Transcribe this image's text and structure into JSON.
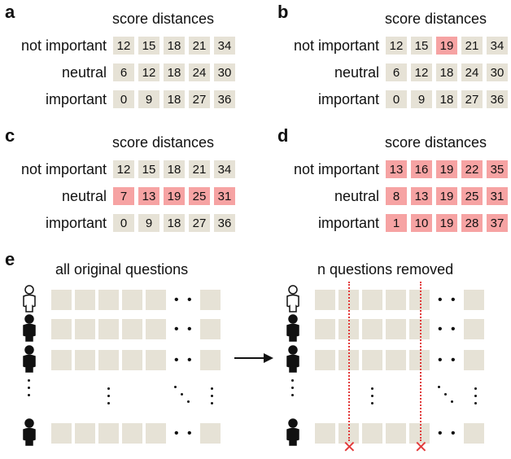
{
  "panels": [
    {
      "id": "a",
      "title": "score distances",
      "rows": [
        {
          "label": "not important",
          "values": [
            12,
            15,
            18,
            21,
            34
          ],
          "highlight": [
            false,
            false,
            false,
            false,
            false
          ]
        },
        {
          "label": "neutral",
          "values": [
            6,
            12,
            18,
            24,
            30
          ],
          "highlight": [
            false,
            false,
            false,
            false,
            false
          ]
        },
        {
          "label": "important",
          "values": [
            0,
            9,
            18,
            27,
            36
          ],
          "highlight": [
            false,
            false,
            false,
            false,
            false
          ]
        }
      ]
    },
    {
      "id": "b",
      "title": "score distances",
      "rows": [
        {
          "label": "not important",
          "values": [
            12,
            15,
            19,
            21,
            34
          ],
          "highlight": [
            false,
            false,
            true,
            false,
            false
          ]
        },
        {
          "label": "neutral",
          "values": [
            6,
            12,
            18,
            24,
            30
          ],
          "highlight": [
            false,
            false,
            false,
            false,
            false
          ]
        },
        {
          "label": "important",
          "values": [
            0,
            9,
            18,
            27,
            36
          ],
          "highlight": [
            false,
            false,
            false,
            false,
            false
          ]
        }
      ]
    },
    {
      "id": "c",
      "title": "score distances",
      "rows": [
        {
          "label": "not important",
          "values": [
            12,
            15,
            18,
            21,
            34
          ],
          "highlight": [
            false,
            false,
            false,
            false,
            false
          ]
        },
        {
          "label": "neutral",
          "values": [
            7,
            13,
            19,
            25,
            31
          ],
          "highlight": [
            true,
            true,
            true,
            true,
            true
          ]
        },
        {
          "label": "important",
          "values": [
            0,
            9,
            18,
            27,
            36
          ],
          "highlight": [
            false,
            false,
            false,
            false,
            false
          ]
        }
      ]
    },
    {
      "id": "d",
      "title": "score distances",
      "rows": [
        {
          "label": "not important",
          "values": [
            13,
            16,
            19,
            22,
            35
          ],
          "highlight": [
            true,
            true,
            true,
            true,
            true
          ]
        },
        {
          "label": "neutral",
          "values": [
            8,
            13,
            19,
            25,
            31
          ],
          "highlight": [
            true,
            true,
            true,
            true,
            true
          ]
        },
        {
          "label": "important",
          "values": [
            1,
            10,
            19,
            28,
            37
          ],
          "highlight": [
            true,
            true,
            true,
            true,
            true
          ]
        }
      ]
    }
  ],
  "panel_e": {
    "id": "e",
    "left_title": "all original questions",
    "right_title": "n questions removed",
    "removed_marker": "✕",
    "ellipsis": "• • •"
  },
  "colors": {
    "cell": "#e6e2d6",
    "highlight": "#f6a3a3",
    "removed": "#e23a3a",
    "person": "#111111"
  }
}
